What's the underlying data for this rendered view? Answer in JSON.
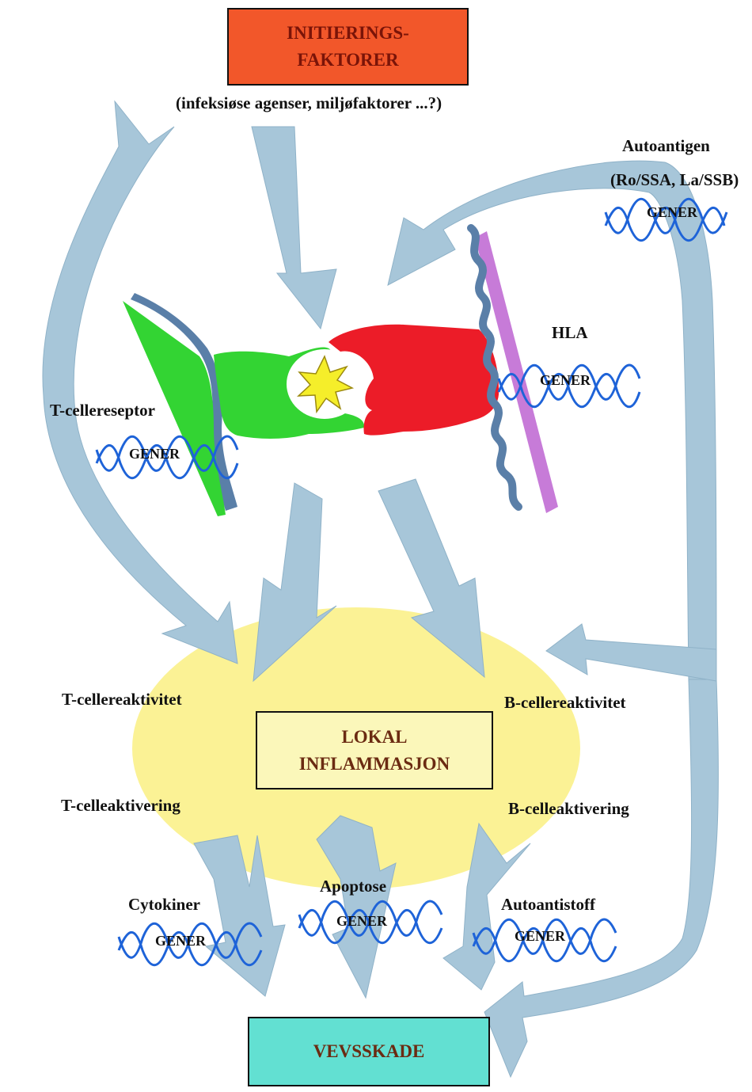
{
  "initiation": {
    "line1": "INITIERINGS-",
    "line2": "FAKTORER",
    "subtitle": "(infeksiøse agenser, miljøfaktorer ...?)"
  },
  "autoantigen": {
    "line1": "Autoantigen",
    "line2": "(Ro/SSA, La/SSB)"
  },
  "hla_label": "HLA",
  "t_receptor_label": "T-cellereseptor",
  "inflammation": {
    "line1": "LOKAL",
    "line2": "INFLAMMASJON"
  },
  "t_reactivity": "T-cellereaktivitet",
  "b_reactivity": "B-cellereaktivitet",
  "t_activation": "T-celleaktivering",
  "b_activation": "B-celleaktivering",
  "cytokines": "Cytokiner",
  "apoptosis": "Apoptose",
  "autoantibody": "Autoantistoff",
  "tissue_damage": "VEVSSKADE",
  "gene_label": "GENER",
  "colors": {
    "arrow": "#a7c6d9",
    "inflammation_ellipse": "#fbf295",
    "initiation_box": "#f2572a",
    "tissue_box": "#62e0d2",
    "tcr_green": "#33d433",
    "mhc_red": "#ec1c28",
    "membrane_purple": "#c77bd8",
    "membrane_blue": "#5a7fa8",
    "antigen_star": "#f5ee2a",
    "gene_wave": "#1e63d8"
  }
}
